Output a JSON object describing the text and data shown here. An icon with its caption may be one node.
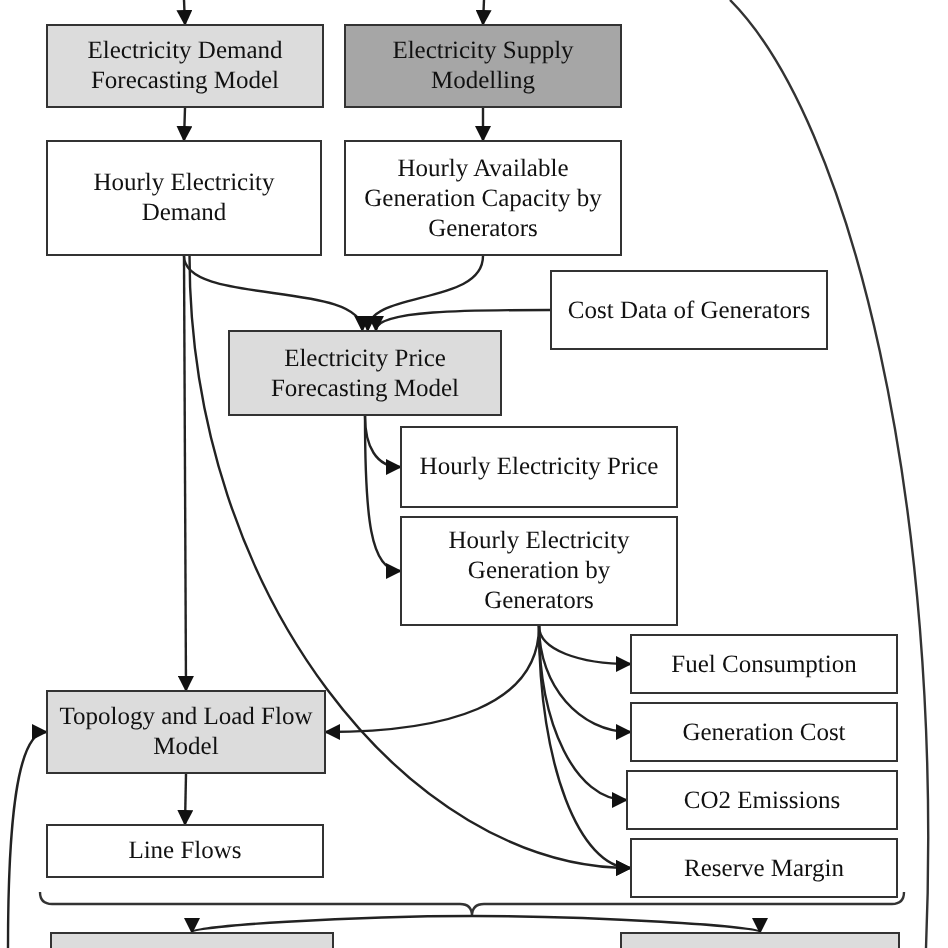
{
  "diagram": {
    "nodes": [
      {
        "text": [
          "Electricity Demand Forecasting Model"
        ]
      },
      {
        "text": [
          "Electricity Supply Modelling"
        ]
      },
      {
        "text": [
          "Hourly Electricity Demand"
        ]
      },
      {
        "text": [
          "Hourly Available Generation Capacity by Generators"
        ]
      },
      {
        "text": [
          "Cost Data of Generators"
        ]
      },
      {
        "text": [
          "Electricity Price Forecasting Model"
        ]
      },
      {
        "text": [
          "Hourly Electricity Price"
        ]
      },
      {
        "text": [
          "Hourly Electricity Generation by Generators"
        ]
      },
      {
        "text": [
          "Fuel Consumption"
        ]
      },
      {
        "text": [
          "Generation Cost"
        ]
      },
      {
        "text": [
          "CO2 Emissions"
        ]
      },
      {
        "text": [
          "Reserve Margin"
        ]
      },
      {
        "text": [
          "Topology and Load Flow Model"
        ]
      },
      {
        "text": [
          "Line Flows"
        ]
      },
      {
        "text": [],
        "shape": "box"
      },
      {
        "text": [],
        "shape": "box"
      }
    ],
    "edges": [
      {
        "from": null,
        "to": 0,
        "arrow": "to"
      },
      {
        "from": null,
        "to": 1,
        "arrow": "to"
      },
      {
        "from": 0,
        "to": 2,
        "arrow": "to"
      },
      {
        "from": 1,
        "to": 3,
        "arrow": "to"
      },
      {
        "from": 2,
        "to": 5,
        "arrow": "to"
      },
      {
        "from": 3,
        "to": 5,
        "arrow": "to"
      },
      {
        "from": 4,
        "to": 5,
        "arrow": "to"
      },
      {
        "from": 5,
        "to": 6,
        "arrow": "to"
      },
      {
        "from": 5,
        "to": 7,
        "arrow": "to"
      },
      {
        "from": 2,
        "to": 12,
        "arrow": "to"
      },
      {
        "from": 2,
        "to": 11,
        "arrow": "to"
      },
      {
        "from": 7,
        "to": 8,
        "arrow": "to"
      },
      {
        "from": 7,
        "to": 9,
        "arrow": "to"
      },
      {
        "from": 7,
        "to": 10,
        "arrow": "to"
      },
      {
        "from": 7,
        "to": 11,
        "arrow": "to"
      },
      {
        "from": 7,
        "to": 12,
        "arrow": "to"
      },
      {
        "from": 12,
        "to": 13,
        "arrow": "to"
      },
      {
        "from": null,
        "to": 14,
        "arrow": "to"
      },
      {
        "from": null,
        "to": 15,
        "arrow": "to"
      },
      {
        "from": null,
        "to": 12,
        "arrow": "to"
      }
    ]
  }
}
